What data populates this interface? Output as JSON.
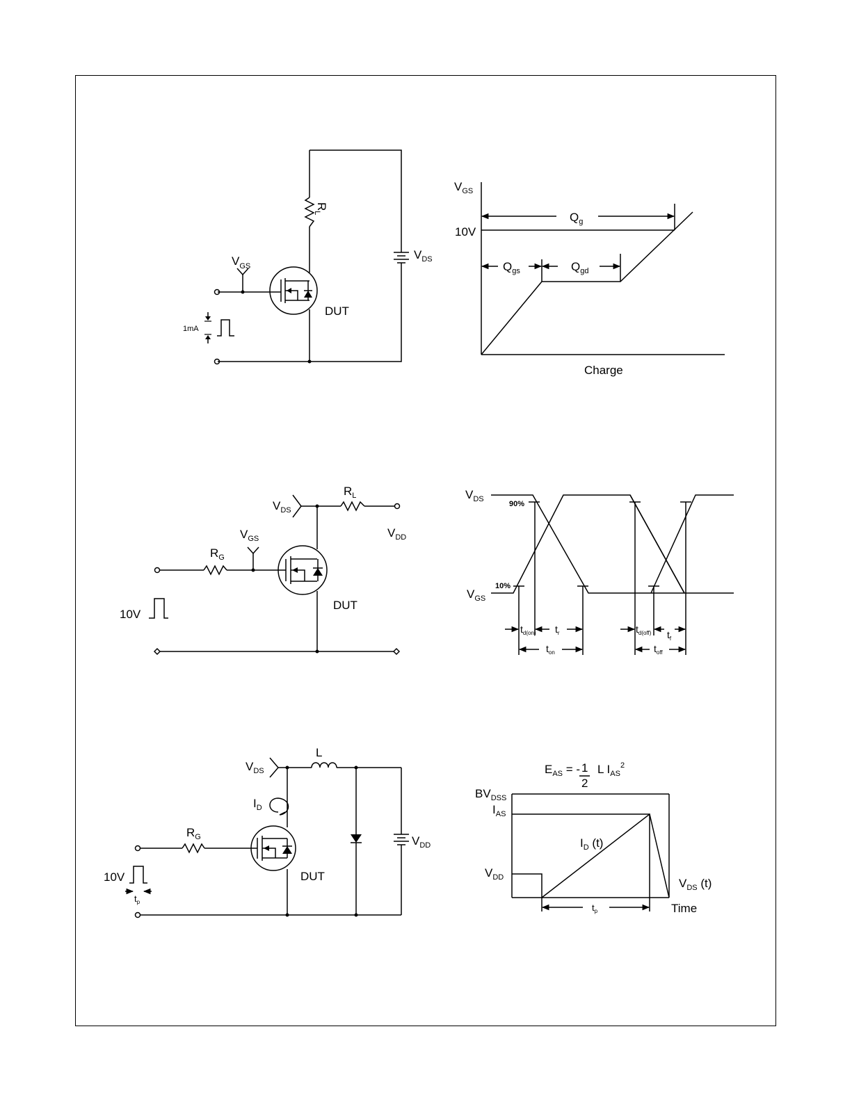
{
  "gate_charge": {
    "circuit": {
      "vgs": "V",
      "vgs_sub": "GS",
      "rl": "R",
      "rl_sub": "L",
      "vds": "V",
      "vds_sub": "DS",
      "source": "1mA",
      "dut": "DUT"
    },
    "waveform": {
      "y_axis": "V",
      "y_axis_sub": "GS",
      "level": "10V",
      "qg": "Q",
      "qg_sub": "g",
      "qgs": "Q",
      "qgs_sub": "gs",
      "qgd": "Q",
      "qgd_sub": "gd",
      "x_axis": "Charge"
    }
  },
  "switching": {
    "circuit": {
      "vds": "V",
      "vds_sub": "DS",
      "rl": "R",
      "rl_sub": "L",
      "vdd": "V",
      "vdd_sub": "DD",
      "vgs": "V",
      "vgs_sub": "GS",
      "rg": "R",
      "rg_sub": "G",
      "pulse": "10V",
      "dut": "DUT"
    },
    "waveform": {
      "vds": "V",
      "vds_sub": "DS",
      "vgs": "V",
      "vgs_sub": "GS",
      "p90": "90%",
      "p10": "10%",
      "td_on": "t",
      "td_on_sub": "d(on)",
      "tr": "t",
      "tr_sub": "r",
      "ton": "t",
      "ton_sub": "on",
      "td_off": "t",
      "td_off_sub": "d(off)",
      "tf": "t",
      "tf_sub": "f",
      "toff": "t",
      "toff_sub": "off"
    }
  },
  "avalanche": {
    "circuit": {
      "vds": "V",
      "vds_sub": "DS",
      "l": "L",
      "id": "I",
      "id_sub": "D",
      "rg": "R",
      "rg_sub": "G",
      "vdd": "V",
      "vdd_sub": "DD",
      "pulse": "10V",
      "tp": "t",
      "tp_sub": "p",
      "dut": "DUT"
    },
    "waveform": {
      "eq_e": "E",
      "eq_e_sub": "AS",
      "eq_mid": " = -",
      "eq_num": "1",
      "eq_den": "2",
      "eq_l": "L I",
      "eq_i_sub": "AS",
      "eq_sup": "2",
      "bvdss": "BV",
      "bvdss_sub": "DSS",
      "ias": "I",
      "ias_sub": "AS",
      "vdd": "V",
      "vdd_sub": "DD",
      "id_t": "I",
      "id_t_sub": "D",
      "id_t_suffix": " (t)",
      "vds_t": "V",
      "vds_t_sub": "DS",
      "vds_t_suffix": " (t)",
      "tp": "t",
      "tp_sub": "p",
      "time": "Time"
    }
  }
}
